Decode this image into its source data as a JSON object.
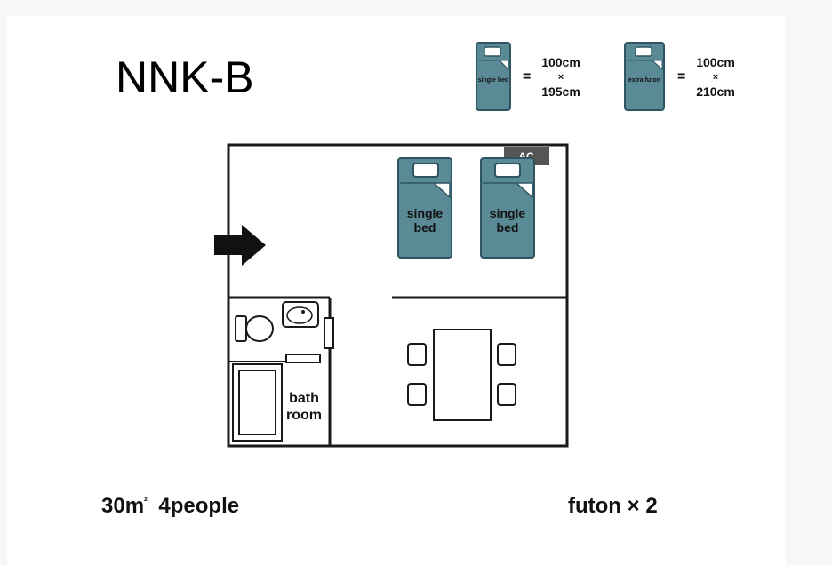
{
  "title": "NNK-B",
  "legend": {
    "single_bed": {
      "label": "single bed",
      "eq": "=",
      "width": "100cm",
      "times": "×",
      "length": "195cm"
    },
    "extra_futon": {
      "label": "extra futon",
      "eq": "=",
      "width": "100cm",
      "times": "×",
      "length": "210cm"
    }
  },
  "floorplan": {
    "ac_label": "AC",
    "bed1_label_line1": "single",
    "bed1_label_line2": "bed",
    "bed2_label_line1": "single",
    "bed2_label_line2": "bed",
    "bathroom_line1": "bath",
    "bathroom_line2": "room"
  },
  "footer": {
    "area_value": "30m",
    "area_sup": "²",
    "capacity": "4people",
    "futon": "futon × 2"
  },
  "colors": {
    "bed_fill": "#5a8a96",
    "bed_stroke": "#2f5560",
    "wall": "#1a1a1a",
    "ac_box": "#555555"
  }
}
